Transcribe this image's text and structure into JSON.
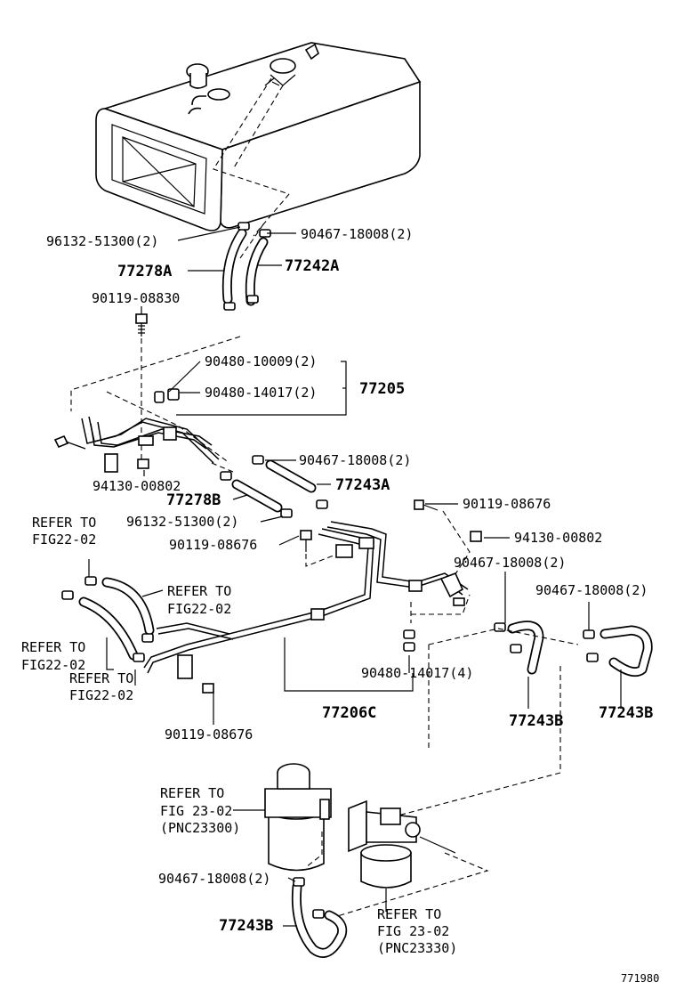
{
  "labels": {
    "clip_96132_a": "96132-51300(2)",
    "clamp_90467_a": "90467-18008(2)",
    "hose_77278a": "77278A",
    "hose_77242a": "77242A",
    "bolt_90119_08830": "90119-08830",
    "plug_90480_10009": "90480-10009(2)",
    "plug_90480_14017_a": "90480-14017(2)",
    "tube_77205": "77205",
    "nut_94130_a": "94130-00802",
    "clamp_90467_b": "90467-18008(2)",
    "hose_77243a": "77243A",
    "hose_77278b": "77278B",
    "clip_96132_b": "96132-51300(2)",
    "bolt_90119_08676_a": "90119-08676",
    "bolt_90119_08676_b": "90119-08676",
    "nut_94130_b": "94130-00802",
    "clamp_90467_c": "90467-18008(2)",
    "clamp_90467_d": "90467-18008(2)",
    "plug_90480_14017_b": "90480-14017(4)",
    "tube_77206c": "77206C",
    "bolt_90119_08676_c": "90119-08676",
    "hose_77243b_a": "77243B",
    "hose_77243b_b": "77243B",
    "clamp_90467_e": "90467-18008(2)",
    "hose_77243b_c": "77243B"
  },
  "refers": {
    "refer_left_top": [
      "REFER TO",
      "FIG22-02"
    ],
    "refer_mid": [
      "REFER TO",
      "FIG22-02"
    ],
    "refer_left_bottom": [
      "REFER TO",
      "FIG22-02"
    ],
    "refer_mid_bottom": [
      "REFER TO",
      "FIG22-02"
    ],
    "refer_filter_left": [
      "REFER TO",
      "FIG 23-02",
      "(PNC23300)"
    ],
    "refer_filter_right": [
      "REFER TO",
      "FIG 23-02",
      "(PNC23330)"
    ]
  },
  "figure_id": "771980"
}
